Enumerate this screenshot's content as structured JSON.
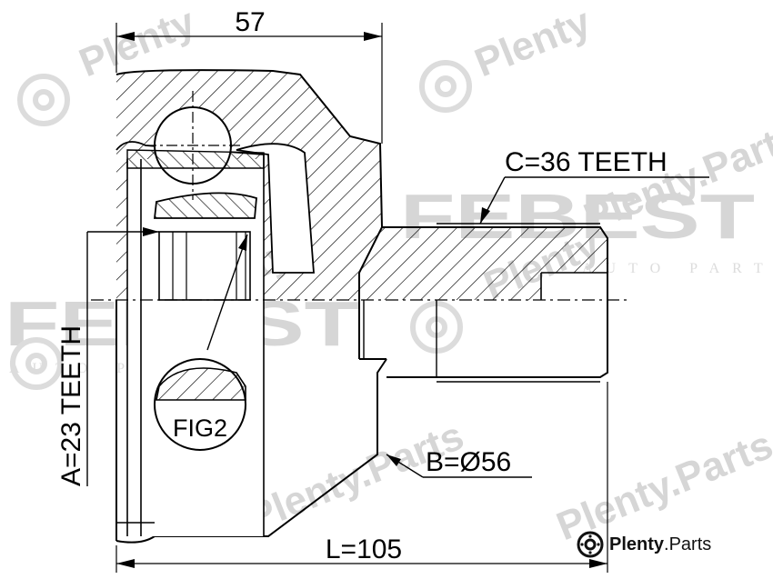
{
  "dimensions": {
    "top_length": "57",
    "total_length": "L=105",
    "outer_teeth": "C=36 TEETH",
    "inner_teeth": "A=23 TEETH",
    "diameter": "B=Ø56",
    "figure_label": "FIG2"
  },
  "watermarks": {
    "plenty": "Plenty",
    "plenty_parts": "Plenty.Parts",
    "febest": "FEBEST",
    "auto_parts": "AUTO PARTS"
  },
  "brand": {
    "name": "Plenty",
    "suffix": ".Parts",
    "icon": "brake-disc-icon"
  }
}
